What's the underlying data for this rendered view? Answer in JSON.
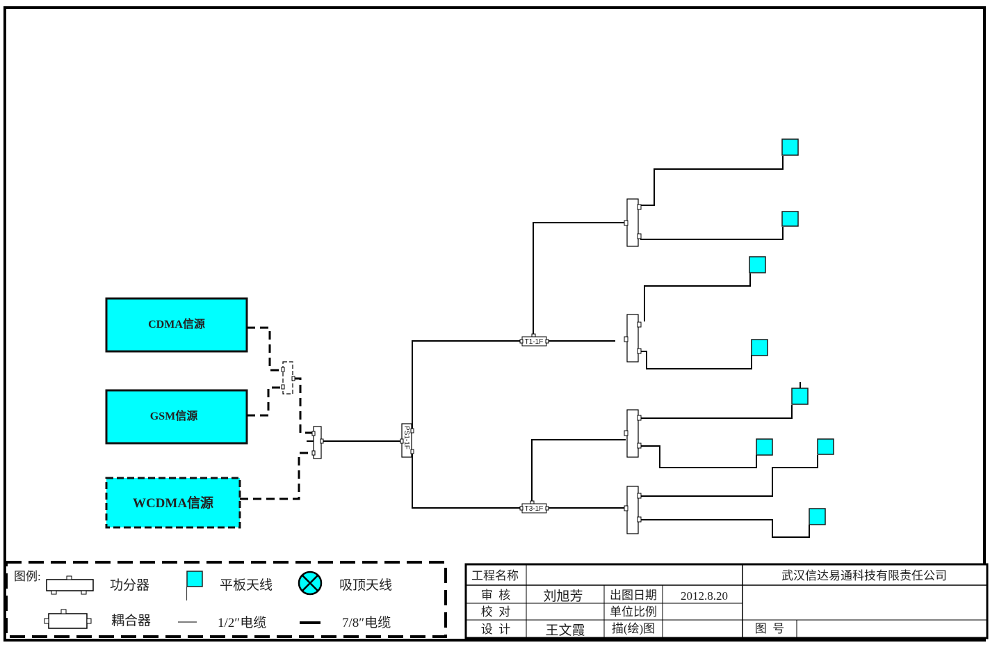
{
  "colors": {
    "source_fill": "#00ffff",
    "antenna_fill": "#00ffff",
    "line": "#000000"
  },
  "sources": [
    {
      "id": "cdma",
      "label": "CDMA信源"
    },
    {
      "id": "gsm",
      "label": "GSM信源"
    },
    {
      "id": "wcdma",
      "label": "WCDMA信源"
    }
  ],
  "components": {
    "ps1": {
      "label": "PS1-1F",
      "type": "splitter"
    },
    "t1": {
      "label": "T1-1F",
      "type": "coupler"
    },
    "t3": {
      "label": "T3-1F",
      "type": "coupler"
    }
  },
  "legend": {
    "title": "图例:",
    "items": [
      {
        "icon": "splitter-icon",
        "label": "功分器"
      },
      {
        "icon": "panel-antenna-icon",
        "label": "平板天线"
      },
      {
        "icon": "ceiling-antenna-icon",
        "label": "吸顶天线"
      },
      {
        "icon": "coupler-icon",
        "label": "耦合器"
      },
      {
        "icon": "thin-cable-icon",
        "label": "1/2″电缆"
      },
      {
        "icon": "thick-cable-icon",
        "label": "7/8″电缆"
      }
    ]
  },
  "title_block": {
    "project_name_label": "工程名称",
    "project_name_value": "",
    "company": "武汉信达易通科技有限责任公司",
    "review_label": "审  核",
    "review_value": "刘旭芳",
    "date_label": "出图日期",
    "date_value": "2012.8.20",
    "check_label": "校  对",
    "check_value": "",
    "scale_label": "单位比例",
    "scale_value": "",
    "design_label": "设  计",
    "design_value": "王文霞",
    "drawing_label": "描(绘)图",
    "drawing_value": "",
    "drawing_no_label": "图  号",
    "drawing_no_value": ""
  }
}
